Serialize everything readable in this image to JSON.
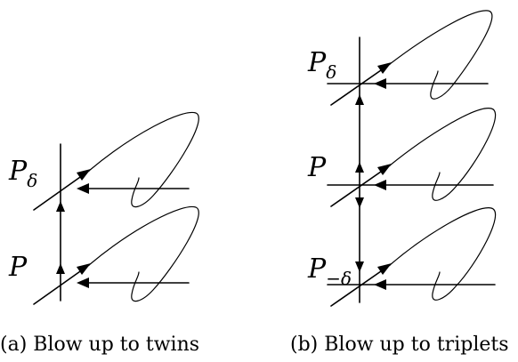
{
  "panels": [
    {
      "id": "a",
      "caption": "(a) Blow up to twins",
      "points": [
        {
          "main": "P",
          "sub": "δ"
        },
        {
          "main": "P",
          "sub": ""
        }
      ]
    },
    {
      "id": "b",
      "caption": "(b) Blow up to triplets",
      "points": [
        {
          "main": "P",
          "sub": "δ"
        },
        {
          "main": "P",
          "sub": ""
        },
        {
          "main": "P",
          "sub": "−δ"
        }
      ]
    }
  ]
}
